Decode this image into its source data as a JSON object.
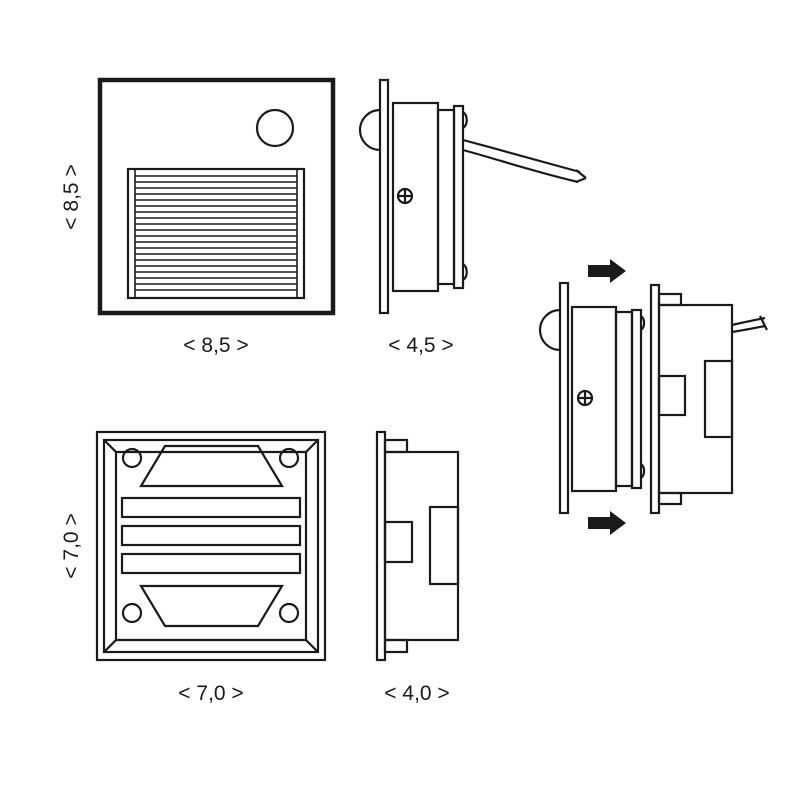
{
  "dimensions": {
    "front_height": "< 8,5 >",
    "front_width": "< 8,5 >",
    "side_depth": "< 4,5 >",
    "box_height": "< 7,0 >",
    "box_width": "< 7,0 >",
    "box_depth": "< 4,0 >"
  },
  "colors": {
    "line": "#1a1a1a",
    "background": "#ffffff"
  },
  "icons": [
    "screw-icon",
    "arrow-right-icon"
  ]
}
